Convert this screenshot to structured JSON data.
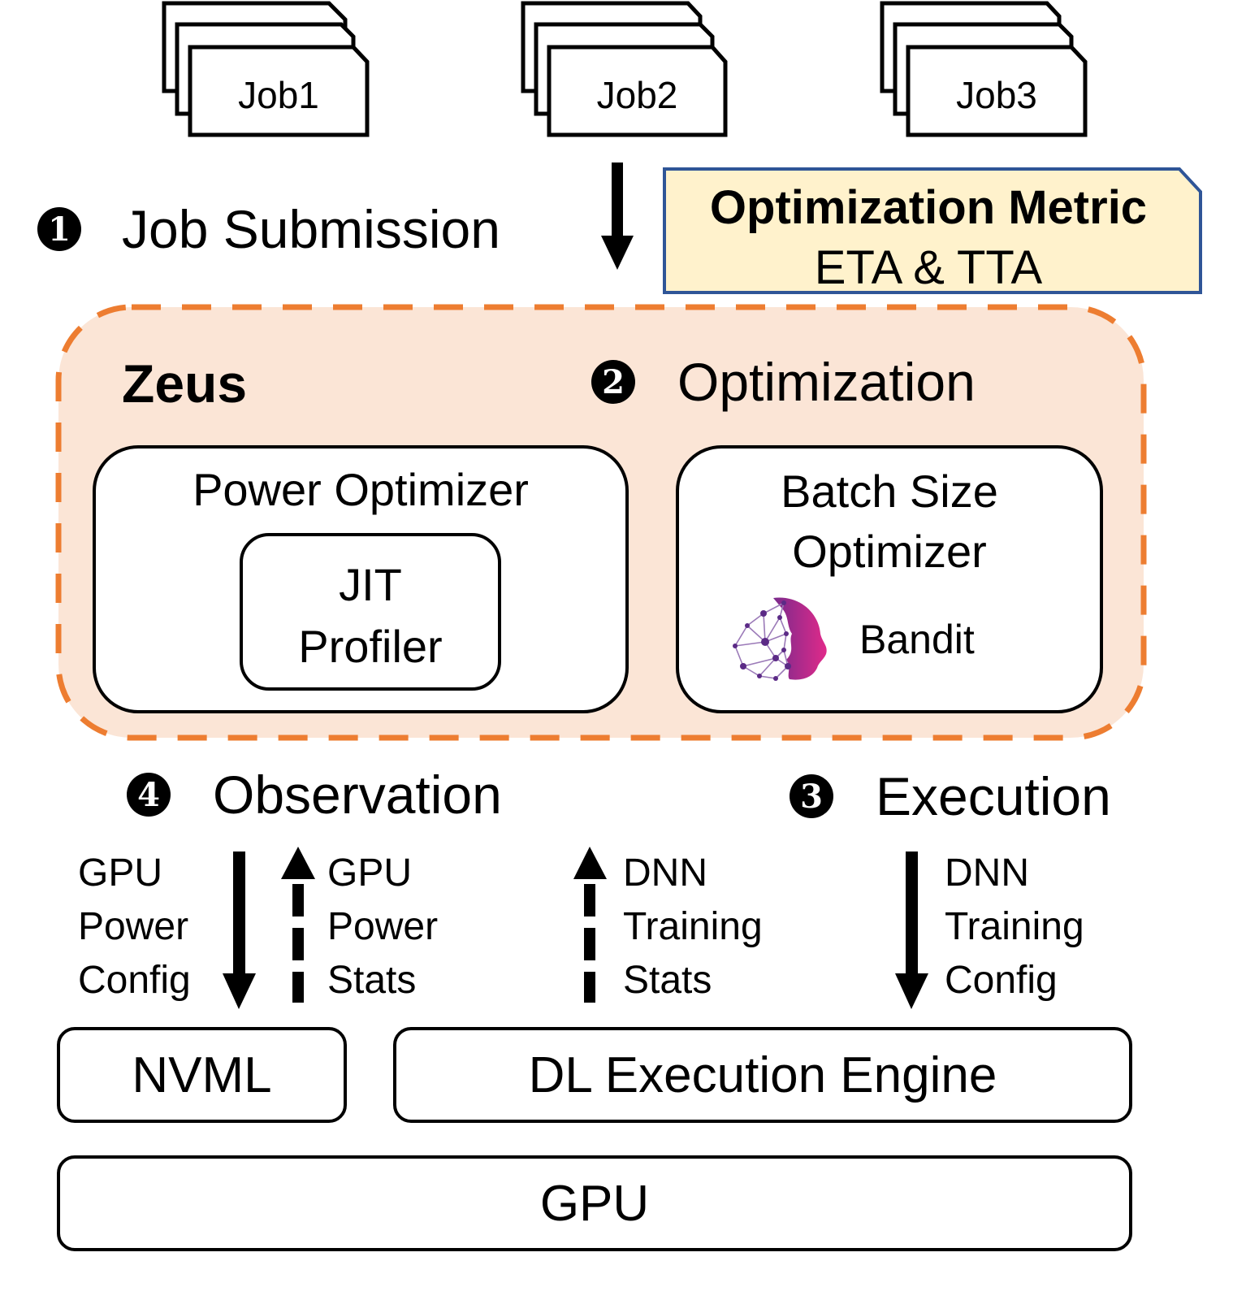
{
  "jobs": [
    {
      "label": "Job1"
    },
    {
      "label": "Job2"
    },
    {
      "label": "Job3"
    }
  ],
  "steps": {
    "submission": {
      "number": "1",
      "label": "Job Submission"
    },
    "optimization": {
      "number": "2",
      "label": "Optimization"
    },
    "execution": {
      "number": "3",
      "label": "Execution"
    },
    "observation": {
      "number": "4",
      "label": "Observation"
    }
  },
  "metric_box": {
    "title": "Optimization Metric",
    "value": "ETA & TTA"
  },
  "zeus": {
    "title": "Zeus",
    "power_optimizer": {
      "label": "Power Optimizer",
      "jit_profiler": "JIT\nProfiler"
    },
    "batch_size_optimizer": {
      "label": "Batch Size\nOptimizer",
      "bandit_label": "Bandit",
      "bandit_icon": "ai-head-network-icon"
    }
  },
  "flows": {
    "gpu_power_config": "GPU\nPower\nConfig",
    "gpu_power_stats": "GPU\nPower\nStats",
    "dnn_training_stats": "DNN\nTraining\nStats",
    "dnn_training_config": "DNN\nTraining\nConfig"
  },
  "bottom": {
    "nvml": "NVML",
    "dl_engine": "DL Execution Engine",
    "gpu": "GPU"
  },
  "colors": {
    "zeus_fill": "#fbe5d6",
    "zeus_border": "#ed7d31",
    "metric_fill": "#fff2cc",
    "metric_border": "#2f5597",
    "bandit_pink": "#d6288a",
    "bandit_purple": "#5b2a86"
  }
}
